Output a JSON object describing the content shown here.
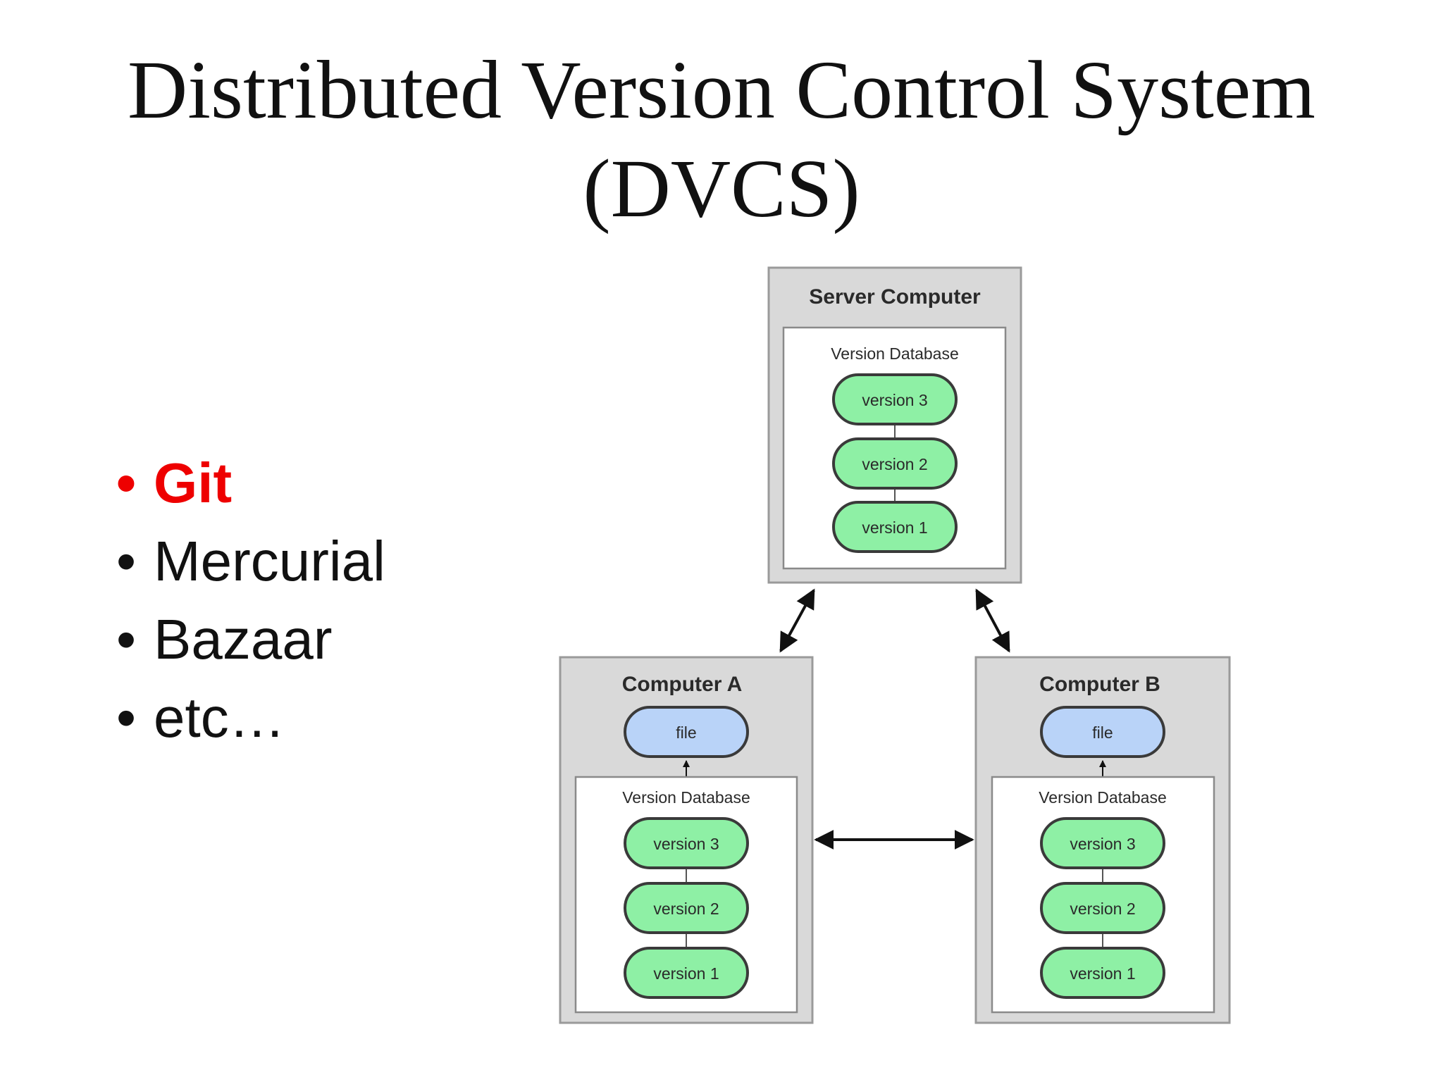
{
  "title": {
    "line1": "Distributed Version Control System",
    "line2": "(DVCS)"
  },
  "bullets": [
    {
      "text": "Git",
      "color": "#ee0000"
    },
    {
      "text": "Mercurial",
      "color": "#111111"
    },
    {
      "text": "Bazaar",
      "color": "#111111"
    },
    {
      "text": "etc…",
      "color": "#111111"
    }
  ],
  "diagram": {
    "server": {
      "title": "Server Computer",
      "db_label": "Version Database",
      "versions": [
        "version 3",
        "version 2",
        "version 1"
      ]
    },
    "computer_a": {
      "title": "Computer A",
      "file_label": "file",
      "db_label": "Version Database",
      "versions": [
        "version 3",
        "version 2",
        "version 1"
      ]
    },
    "computer_b": {
      "title": "Computer B",
      "file_label": "file",
      "db_label": "Version Database",
      "versions": [
        "version 3",
        "version 2",
        "version 1"
      ]
    },
    "colors": {
      "outer_box_fill": "#d9d9d9",
      "outer_box_stroke": "#9a9a9a",
      "version_fill": "#8ef0a5",
      "file_fill": "#b9d3f8",
      "pill_stroke": "#3a3a3a"
    }
  }
}
